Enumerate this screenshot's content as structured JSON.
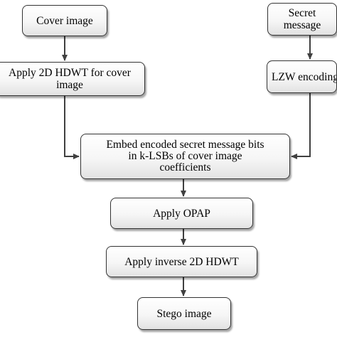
{
  "diagram": {
    "boxes": {
      "cover_image": {
        "lines": [
          "Cover image"
        ]
      },
      "secret_message": {
        "lines": [
          "Secret",
          "message"
        ]
      },
      "apply_hdwt": {
        "lines": [
          "Apply 2D HDWT for cover",
          "image"
        ]
      },
      "lzw_encoding": {
        "lines": [
          "LZW encoding"
        ]
      },
      "embed": {
        "lines": [
          "Embed encoded secret message bits",
          "in k-LSBs of cover image",
          "coefficients"
        ]
      },
      "apply_opap": {
        "lines": [
          "Apply OPAP"
        ]
      },
      "apply_inverse": {
        "lines": [
          "Apply inverse 2D HDWT"
        ]
      },
      "stego_image": {
        "lines": [
          "Stego image"
        ]
      }
    },
    "line_color": "#404040",
    "box_border_color": "#333333"
  }
}
